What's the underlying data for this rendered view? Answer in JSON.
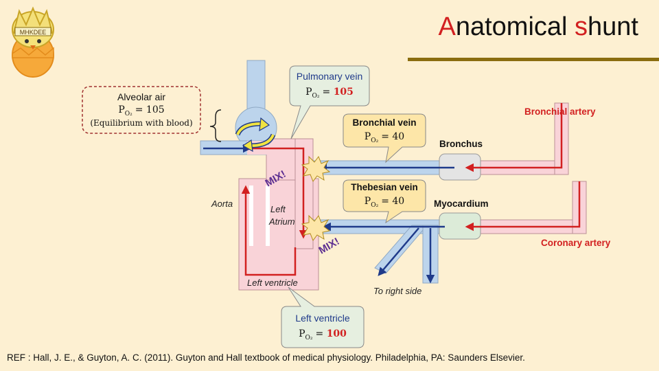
{
  "slide": {
    "title_part1": "A",
    "title_part2": "natomical ",
    "title_part3": "s",
    "title_part4": "hunt",
    "reference": "REF : Hall, J. E., & Guyton, A. C. (2011). Guyton and Hall textbook of medical physiology. Philadelphia, PA: Saunders Elsevier."
  },
  "logo": {
    "text": "MHKDEE"
  },
  "diagram": {
    "alveolar": {
      "title": "Alveolar air",
      "po2_label": "P",
      "po2_sub": "O₂",
      "po2_value": "= 105",
      "note": "(Equilibrium with blood)"
    },
    "pulmonary_vein": {
      "title": "Pulmonary vein",
      "po2_label": "P",
      "po2_sub": "O₂",
      "po2_eq": "= ",
      "po2_value": "105"
    },
    "bronchial_vein": {
      "title": "Bronchial vein",
      "po2_label": "P",
      "po2_sub": "O₂",
      "po2_value": "= 40"
    },
    "thebesian_vein": {
      "title": "Thebesian vein",
      "po2_label": "P",
      "po2_sub": "O₂",
      "po2_value": "= 40"
    },
    "left_ventricle_box": {
      "title": "Left ventricle",
      "po2_label": "P",
      "po2_sub": "O₂",
      "po2_eq": "= ",
      "po2_value": "100"
    },
    "labels": {
      "bronchus": "Bronchus",
      "myocardium": "Myocardium",
      "bronchial_artery": "Bronchial artery",
      "coronary_artery": "Coronary artery",
      "aorta": "Aorta",
      "left_atrium_1": "Left",
      "left_atrium_2": "Atrium",
      "left_ventricle": "Left ventricle",
      "to_right_side": "To right side",
      "mix_1": "MIX!",
      "mix_2": "MIX!"
    },
    "colors": {
      "artery_red": "#d22020",
      "vein_blue": "#1f3a8a",
      "vessel_light_blue": "#bcd4ec",
      "vessel_pink": "#f9d3d8",
      "callout_green": "#e6efe0",
      "callout_yellow": "#fde6a8",
      "mix_purple": "#5b2d91"
    }
  }
}
